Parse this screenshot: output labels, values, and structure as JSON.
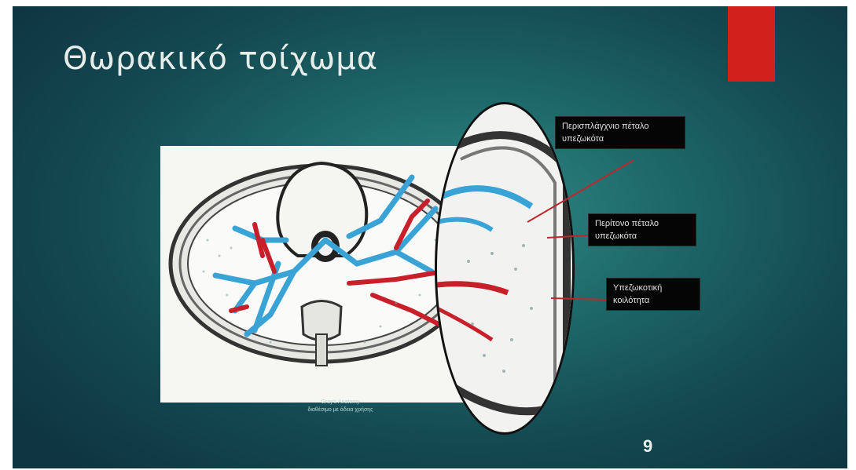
{
  "slide": {
    "title": "Θωρακικό τοίχωμα",
    "number": "9",
    "credit_line1": "Gray's Anatomy",
    "credit_line2": "διαθέσιμο με άδεια χρήσης",
    "labels": [
      {
        "line1": "Περισπλάγχνιο πέταλο",
        "line2": "υπεζωκότα"
      },
      {
        "line1": "Περίτονο πέταλο",
        "line2": "υπεζωκότα"
      },
      {
        "line1": "Υπεζωκοτική",
        "line2": "κοιλότητα"
      }
    ]
  },
  "colors": {
    "background": "#1d6768",
    "accent_bar": "#d2201c",
    "vessel_blue": "#3aa3d6",
    "vessel_red": "#c8202a",
    "label_box": "#050505"
  }
}
